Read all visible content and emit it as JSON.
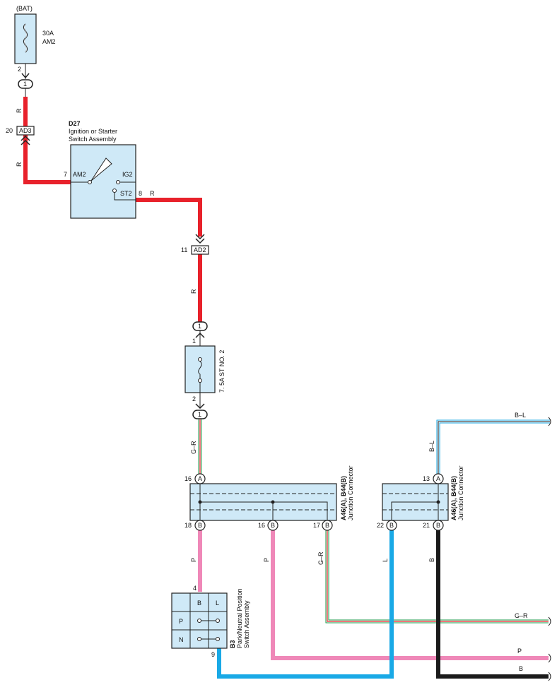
{
  "source": "(BAT)",
  "fuse_am2": {
    "rating": "30A",
    "name": "AM2",
    "pin_out": "2"
  },
  "conn_bat": {
    "label": "1"
  },
  "wire_r1": "R",
  "ad3": {
    "name": "AD3",
    "pin": "20"
  },
  "wire_r2": "R",
  "ignition": {
    "id": "D27",
    "name_line1": "Ignition or Starter",
    "name_line2": "Switch Assembly",
    "pin_am2": "7",
    "term_am2": "AM2",
    "term_ig2": "IG2",
    "term_st2": "ST2",
    "pin_st2": "8"
  },
  "wire_r3": "R",
  "ad2": {
    "name": "AD2",
    "pin": "11"
  },
  "wire_r4": "R",
  "conn_fuse_in": {
    "label": "1",
    "pin": "1"
  },
  "fuse_st": {
    "name": "7. 5A ST NO. 2",
    "pin_out": "2"
  },
  "conn_fuse_out": {
    "label": "1"
  },
  "wire_gr1": "G–R",
  "jc_left": {
    "id": "A46(A), B44(B)",
    "name": "Junction Connector",
    "top_pin": "16",
    "top_letter": "A",
    "bottom": [
      {
        "pin": "18",
        "letter": "B"
      },
      {
        "pin": "16",
        "letter": "B"
      },
      {
        "pin": "17",
        "letter": "B"
      }
    ]
  },
  "jc_right": {
    "id": "A46(A), B44(B)",
    "name": "Junction Connector",
    "top_pin": "13",
    "top_letter": "A",
    "bottom": [
      {
        "pin": "22",
        "letter": "B"
      },
      {
        "pin": "21",
        "letter": "B"
      }
    ]
  },
  "wire_bl_v": "B–L",
  "wire_bl_h": "B–L",
  "wire_p1": "P",
  "wire_p2": "P",
  "wire_gr2": "G–R",
  "wire_l": "L",
  "wire_b": "B",
  "out_gr": "G–R",
  "out_p": "P",
  "out_b": "B",
  "b3": {
    "id": "B3",
    "name_line1": "Park/Neutral Position",
    "name_line2": "Switch Assembly",
    "pin_top": "4",
    "pin_bottom": "9",
    "col_b": "B",
    "col_l": "L",
    "row_p": "P",
    "row_n": "N"
  },
  "colors": {
    "red": "#e8212b",
    "pink": "#ef88b8",
    "blue": "#19a9e6",
    "black": "#1a1a1a",
    "green": "#1a9b4a",
    "box_fill": "#cfe9f7"
  }
}
